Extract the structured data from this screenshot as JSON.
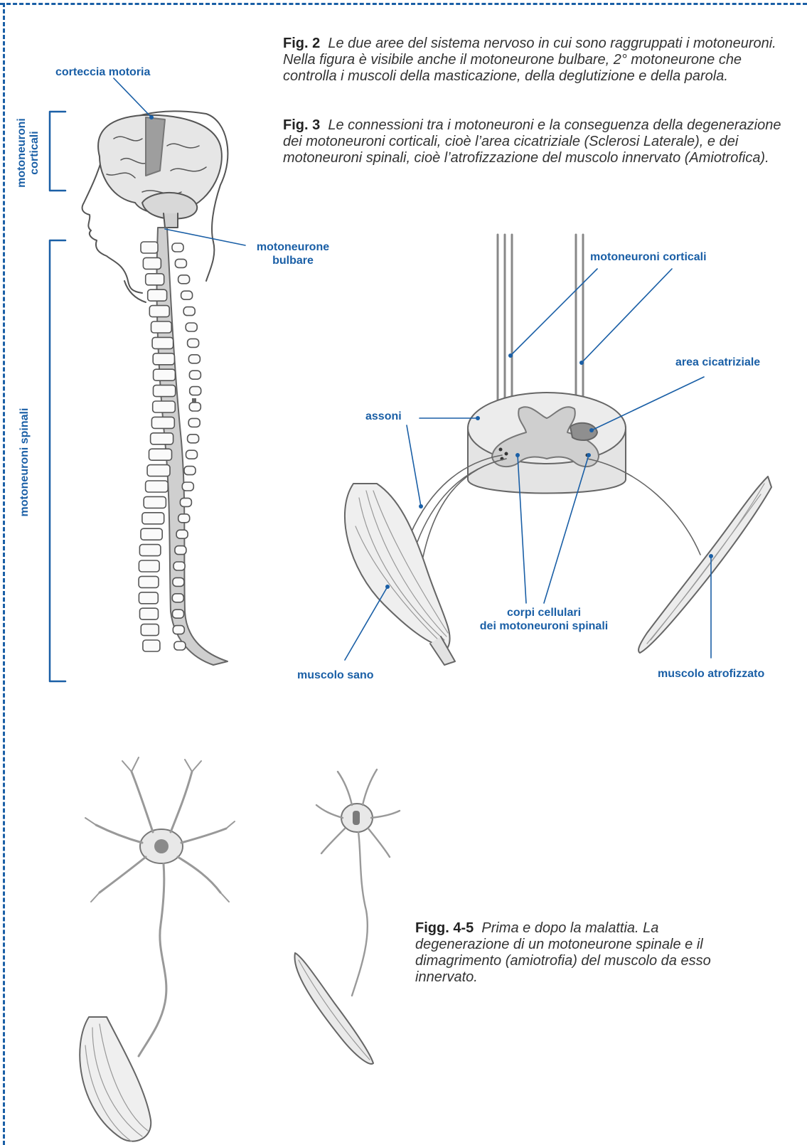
{
  "captions": {
    "fig2_num": "Fig. 2",
    "fig2_text": "Le due aree del sistema nervoso in cui sono raggruppati i motoneuroni. Nella figura è visibile anche il motoneurone bulbare, 2° motoneurone che controlla i muscoli della masticazione, della deglutizione e della parola.",
    "fig3_num": "Fig. 3",
    "fig3_text": "Le connessioni tra i motoneuroni e la conseguenza della degenerazione dei motoneuroni corticali, cioè l’area cicatriziale (Sclerosi Laterale), e dei motoneuroni spinali, cioè l’atrofizzazione del muscolo innervato (Amiotrofica).",
    "fig45_num": "Figg. 4-5",
    "fig45_text": "Prima e dopo la malattia. La degenerazione di un motoneurone spinale e il dimagrimento (amiotrofia) del muscolo da esso innervato."
  },
  "labels": {
    "corteccia_motoria": "corteccia motoria",
    "motoneuroni_corticali_side_1": "motoneuroni",
    "motoneuroni_corticali_side_2": "corticali",
    "motoneuroni_spinali_side": "motoneuroni spinali",
    "motoneurone_bulbare_1": "motoneurone",
    "motoneurone_bulbare_2": "bulbare",
    "motoneuroni_corticali": "motoneuroni corticali",
    "area_cicatriziale": "area cicatriziale",
    "assoni": "assoni",
    "corpi_cellulari_1": "corpi cellulari",
    "corpi_cellulari_2": "dei motoneuroni spinali",
    "muscolo_sano": "muscolo sano",
    "muscolo_atrofizzato": "muscolo atrofizzato"
  },
  "colors": {
    "accent": "#1a5fa6",
    "ink": "#555555",
    "gray_fill": "#b9b9b9"
  }
}
